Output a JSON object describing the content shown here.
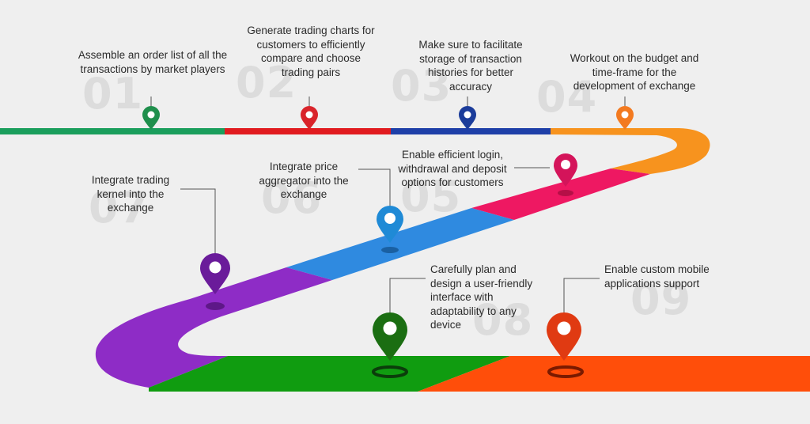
{
  "steps": [
    {
      "number": "01",
      "text": "Assemble an order list of all the transactions by market players",
      "color": "#1f8f4c"
    },
    {
      "number": "02",
      "text": "Generate trading charts for customers to efficiently compare and choose trading pairs",
      "color": "#d9242b"
    },
    {
      "number": "03",
      "text": "Make sure to facilitate storage of transaction histories for better accuracy",
      "color": "#1b3c9a"
    },
    {
      "number": "04",
      "text": "Workout on the budget and time-frame for the development of exchange",
      "color": "#f37a20"
    },
    {
      "number": "05",
      "text": "Enable efficient login, withdrawal and deposit options for customers",
      "color": "#d4145a"
    },
    {
      "number": "06",
      "text": "Integrate price aggregator into the exchange",
      "color": "#1f8ad6"
    },
    {
      "number": "07",
      "text": "Integrate trading kernel into the exchange",
      "color": "#6a1b9a"
    },
    {
      "number": "08",
      "text": "Carefully plan and design a user-friendly interface with adaptability to any device",
      "color": "#1b6e12"
    },
    {
      "number": "09",
      "text": "Enable custom mobile applications support",
      "color": "#e03a12"
    }
  ],
  "road_colors": {
    "seg1": "#1a9e5c",
    "seg2": "#e11b1f",
    "seg3": "#1e3fa8",
    "seg4": "#f7931e",
    "seg5": "#ee1862",
    "seg6": "#2f8ae0",
    "seg7": "#8e2cc6",
    "seg8": "#109c10",
    "seg9": "#ff4e0a"
  }
}
